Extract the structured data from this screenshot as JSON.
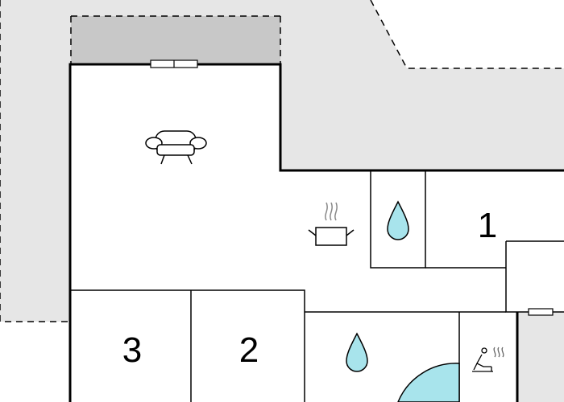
{
  "rooms": {
    "bedroom_1": {
      "label": "1"
    },
    "bedroom_2": {
      "label": "2"
    },
    "bedroom_3": {
      "label": "3"
    }
  },
  "icons": {
    "living": "sofa-icon",
    "kitchen": "cooking-pot-icon",
    "wc": "water-drop-icon",
    "bathroom": "water-drop-icon",
    "sauna": "sauna-icon",
    "pool": "hot-tub"
  },
  "colors": {
    "outdoor": "#e6e6e6",
    "balcony": "#c8c8c8",
    "wall": "#000000",
    "interior": "#ffffff",
    "water": "#a8e4ec",
    "window": "#ffffff"
  }
}
